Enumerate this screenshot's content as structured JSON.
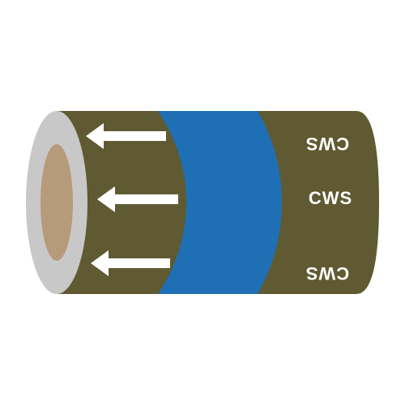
{
  "marker": {
    "labels": [
      "CWS",
      "CWS",
      "CWS"
    ],
    "flow_direction": "left",
    "arrow_count": 3,
    "colors": {
      "pipe_body": "#5f5a31",
      "band": "#1f6fb5",
      "pipe_end_rim": "#c8c8c8",
      "pipe_end_inner": "#b69a7a",
      "text": "#ffffff",
      "arrow": "#ffffff"
    },
    "icons": [
      "arrow-left-icon",
      "arrow-left-icon",
      "arrow-left-icon"
    ]
  }
}
